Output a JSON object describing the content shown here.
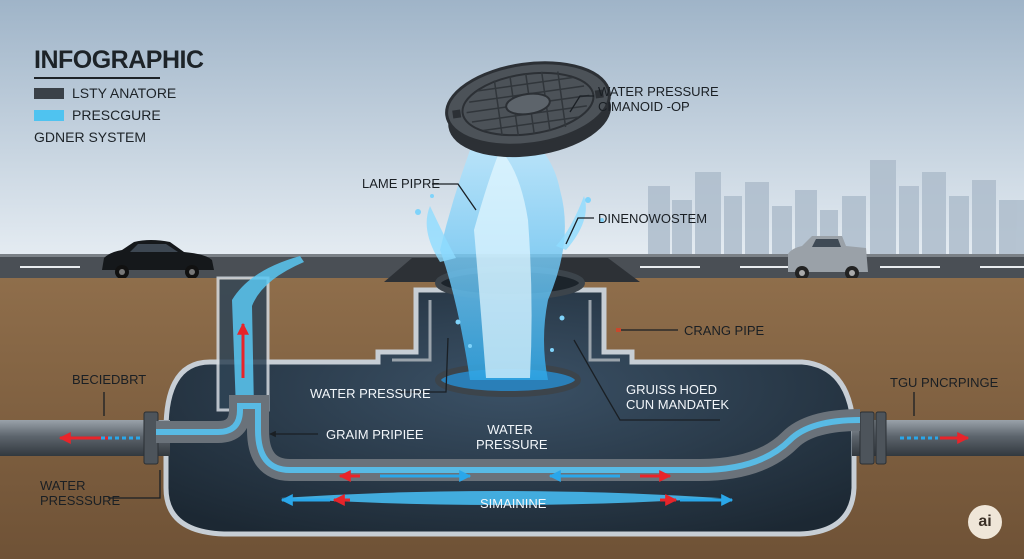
{
  "legend": {
    "title": "INFOGRAPHIC",
    "items": [
      {
        "label": "LSTY ANATORE",
        "color": "#3a4148"
      },
      {
        "label": "PRESCGURE",
        "color": "#4fc3f0"
      },
      {
        "label": "GDNER SYSTEM",
        "color": null
      }
    ]
  },
  "labels": {
    "water_pressure_top": "WATER PRESSURE",
    "cimanoid": "CIMANOID -OP",
    "lame_pipre": "LAME PIPRE",
    "dinenowostem": "DINENOWOSTEM",
    "crang_pipe": "CRANG PIPE",
    "beciedbrt": "BECIEDBRT",
    "tgu_pncrpinge": "TGU PNCRPINGE",
    "water_pressure_mid": "WATER PRESSURE",
    "gruiss_hoed": "GRUISS HOED",
    "cun_mandatek": "CUN MANDATEK",
    "graim_pripiee": "GRAIM PRIPIEE",
    "water_pressure_center_1": "WATER",
    "water_pressure_center_2": "PRESSURE",
    "water_pressure_left_1": "WATER",
    "water_pressure_left_2": "PRESSSURE",
    "simainine": "SIMAININE"
  },
  "badge": "ai",
  "colors": {
    "sky_top": "#a9bccd",
    "sky_bottom": "#e4ebf1",
    "soil": "#8a6a48",
    "water": "#4fc3f0",
    "arrow_red": "#e8242a",
    "arrow_blue": "#2aa7ea",
    "pipe": "#6c747c",
    "chamber": "#2b3a48"
  }
}
